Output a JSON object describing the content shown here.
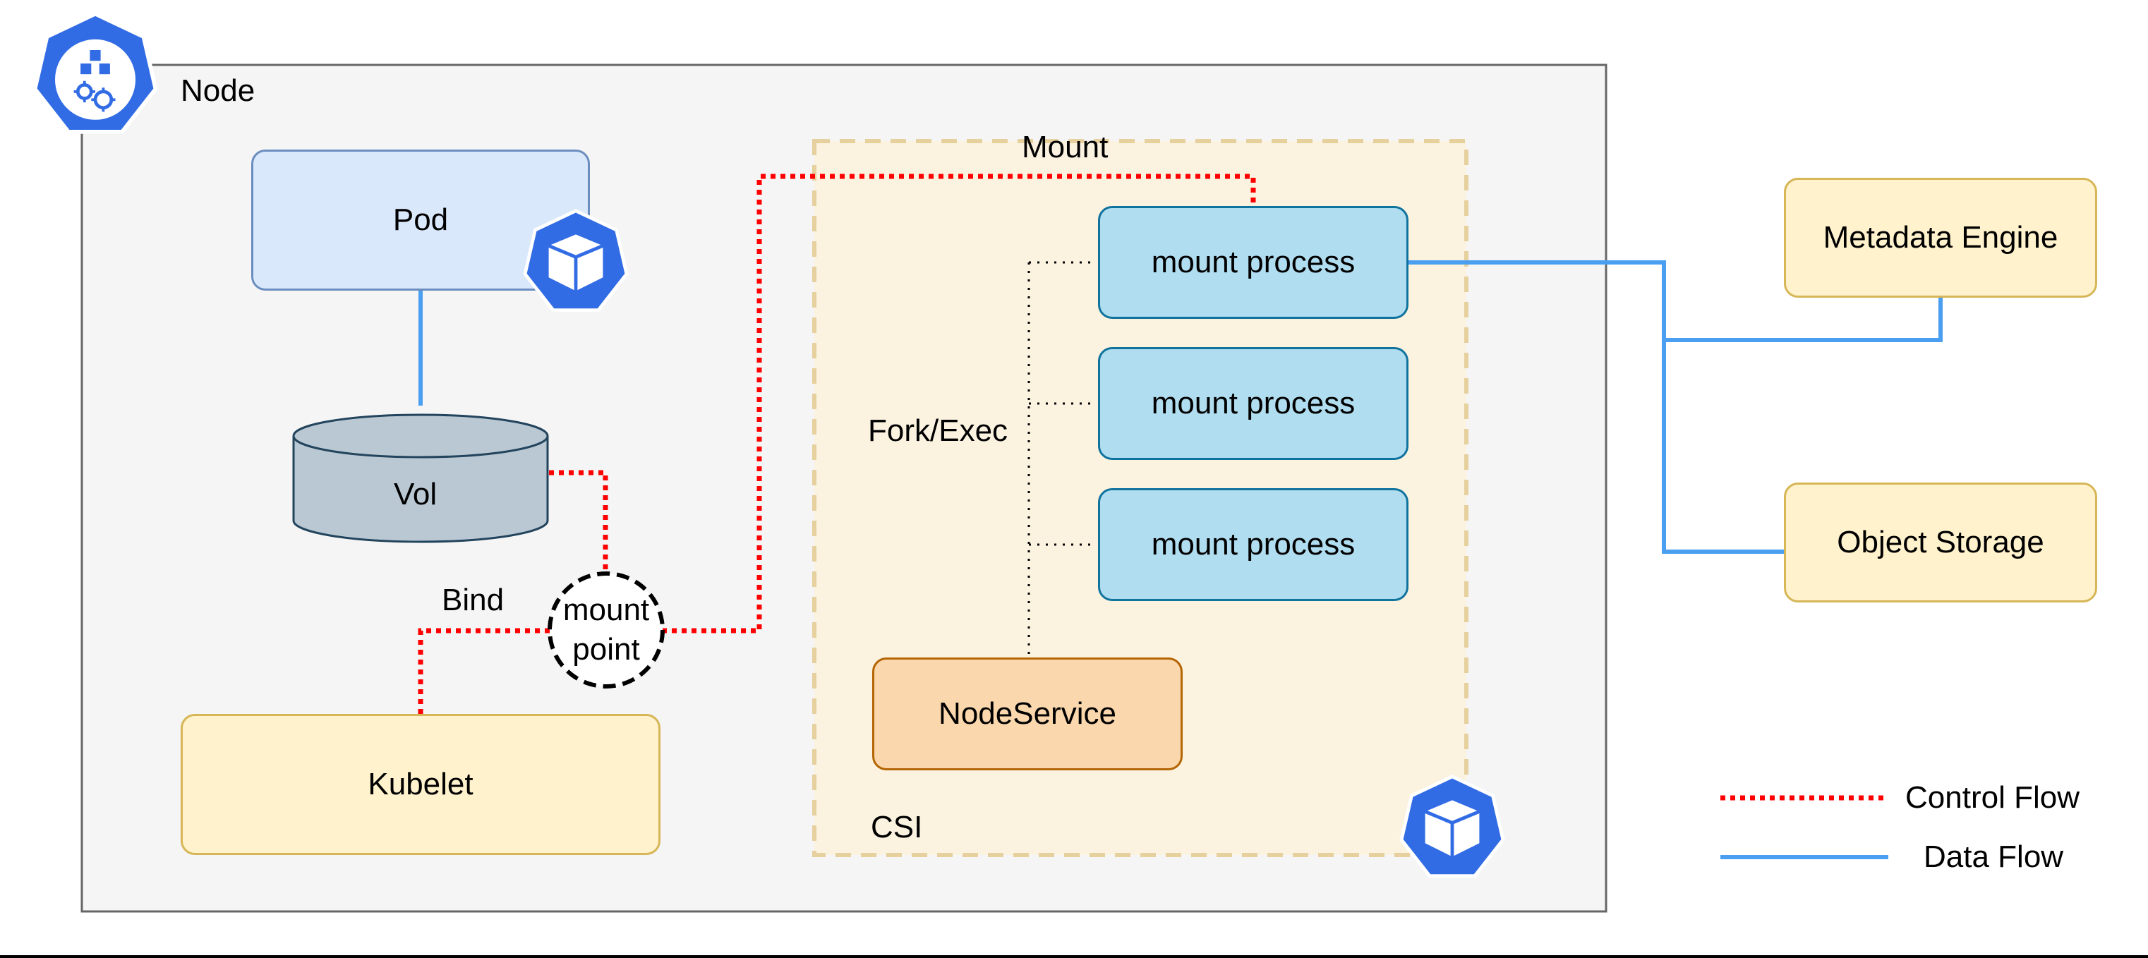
{
  "node": {
    "label": "Node"
  },
  "pod": {
    "label": "Pod"
  },
  "vol": {
    "label": "Vol"
  },
  "kubelet": {
    "label": "Kubelet"
  },
  "mount_point": {
    "line1": "mount",
    "line2": "point"
  },
  "bind_label": "Bind",
  "mount_label": "Mount",
  "fork_exec_label": "Fork/Exec",
  "csi": {
    "label": "CSI"
  },
  "mount_processes": [
    {
      "label": "mount process"
    },
    {
      "label": "mount process"
    },
    {
      "label": "mount process"
    }
  ],
  "node_service": {
    "label": "NodeService"
  },
  "metadata_engine": {
    "label": "Metadata Engine"
  },
  "object_storage": {
    "label": "Object Storage"
  },
  "legend": {
    "control_flow": "Control Flow",
    "data_flow": "Data Flow"
  },
  "icons": {
    "node_icon": "kubernetes-node-icon",
    "pod_icon": "kubernetes-pod-icon",
    "csi_icon": "kubernetes-pod-icon"
  },
  "colors": {
    "control_flow": "#ff0000",
    "data_flow": "#4a9ff0",
    "k8s_blue": "#326ce5",
    "pod_fill": "#dae8fc",
    "mount_process_fill": "#b1ddf0",
    "kubelet_fill": "#fff2cc",
    "node_service_fill": "#fad7ac",
    "vol_fill": "#bac8d3",
    "csi_fill": "#fbf3e0"
  }
}
